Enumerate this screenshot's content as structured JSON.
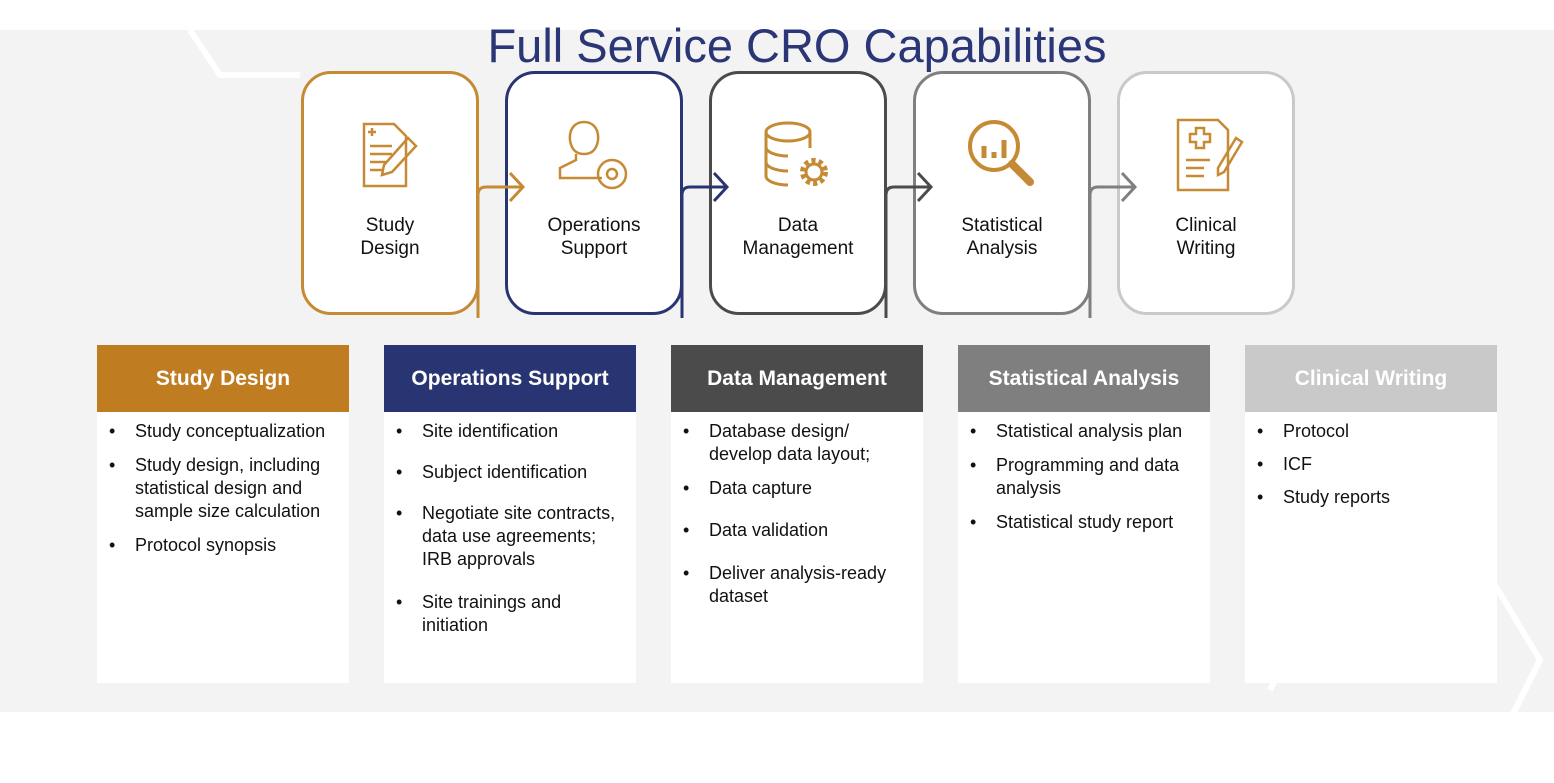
{
  "title": "Full Service CRO Capabilities",
  "colors": {
    "study_design": "#c07c21",
    "operations_support": "#283572",
    "data_management": "#4b4b4b",
    "statistical_analysis": "#7f7f7f",
    "clinical_writing": "#c9c9c9",
    "title": "#2b3677"
  },
  "flow": [
    {
      "label": "Study\nDesign",
      "icon": "document-pencil-icon"
    },
    {
      "label": "Operations\nSupport",
      "icon": "person-gear-icon"
    },
    {
      "label": "Data\nManagement",
      "icon": "database-gear-icon"
    },
    {
      "label": "Statistical\nAnalysis",
      "icon": "magnifier-chart-icon"
    },
    {
      "label": "Clinical\nWriting",
      "icon": "medical-document-pen-icon"
    }
  ],
  "cards": [
    {
      "header": "Study Design",
      "items": [
        "Study conceptualization",
        "Study design, including statistical design and sample size calculation",
        "Protocol synopsis"
      ]
    },
    {
      "header": "Operations Support",
      "items": [
        "Site identification",
        "Subject identification",
        "Negotiate site contracts, data use agreements; IRB approvals",
        "Site trainings and initiation"
      ]
    },
    {
      "header": "Data Management",
      "items": [
        "Database design/ develop data layout;",
        "Data capture",
        "Data validation",
        "Deliver analysis-ready dataset"
      ]
    },
    {
      "header": "Statistical Analysis",
      "items": [
        "Statistical analysis plan",
        "Programming and data analysis",
        "Statistical study report"
      ]
    },
    {
      "header": "Clinical Writing",
      "items": [
        "Protocol",
        "ICF",
        "Study reports"
      ]
    }
  ]
}
